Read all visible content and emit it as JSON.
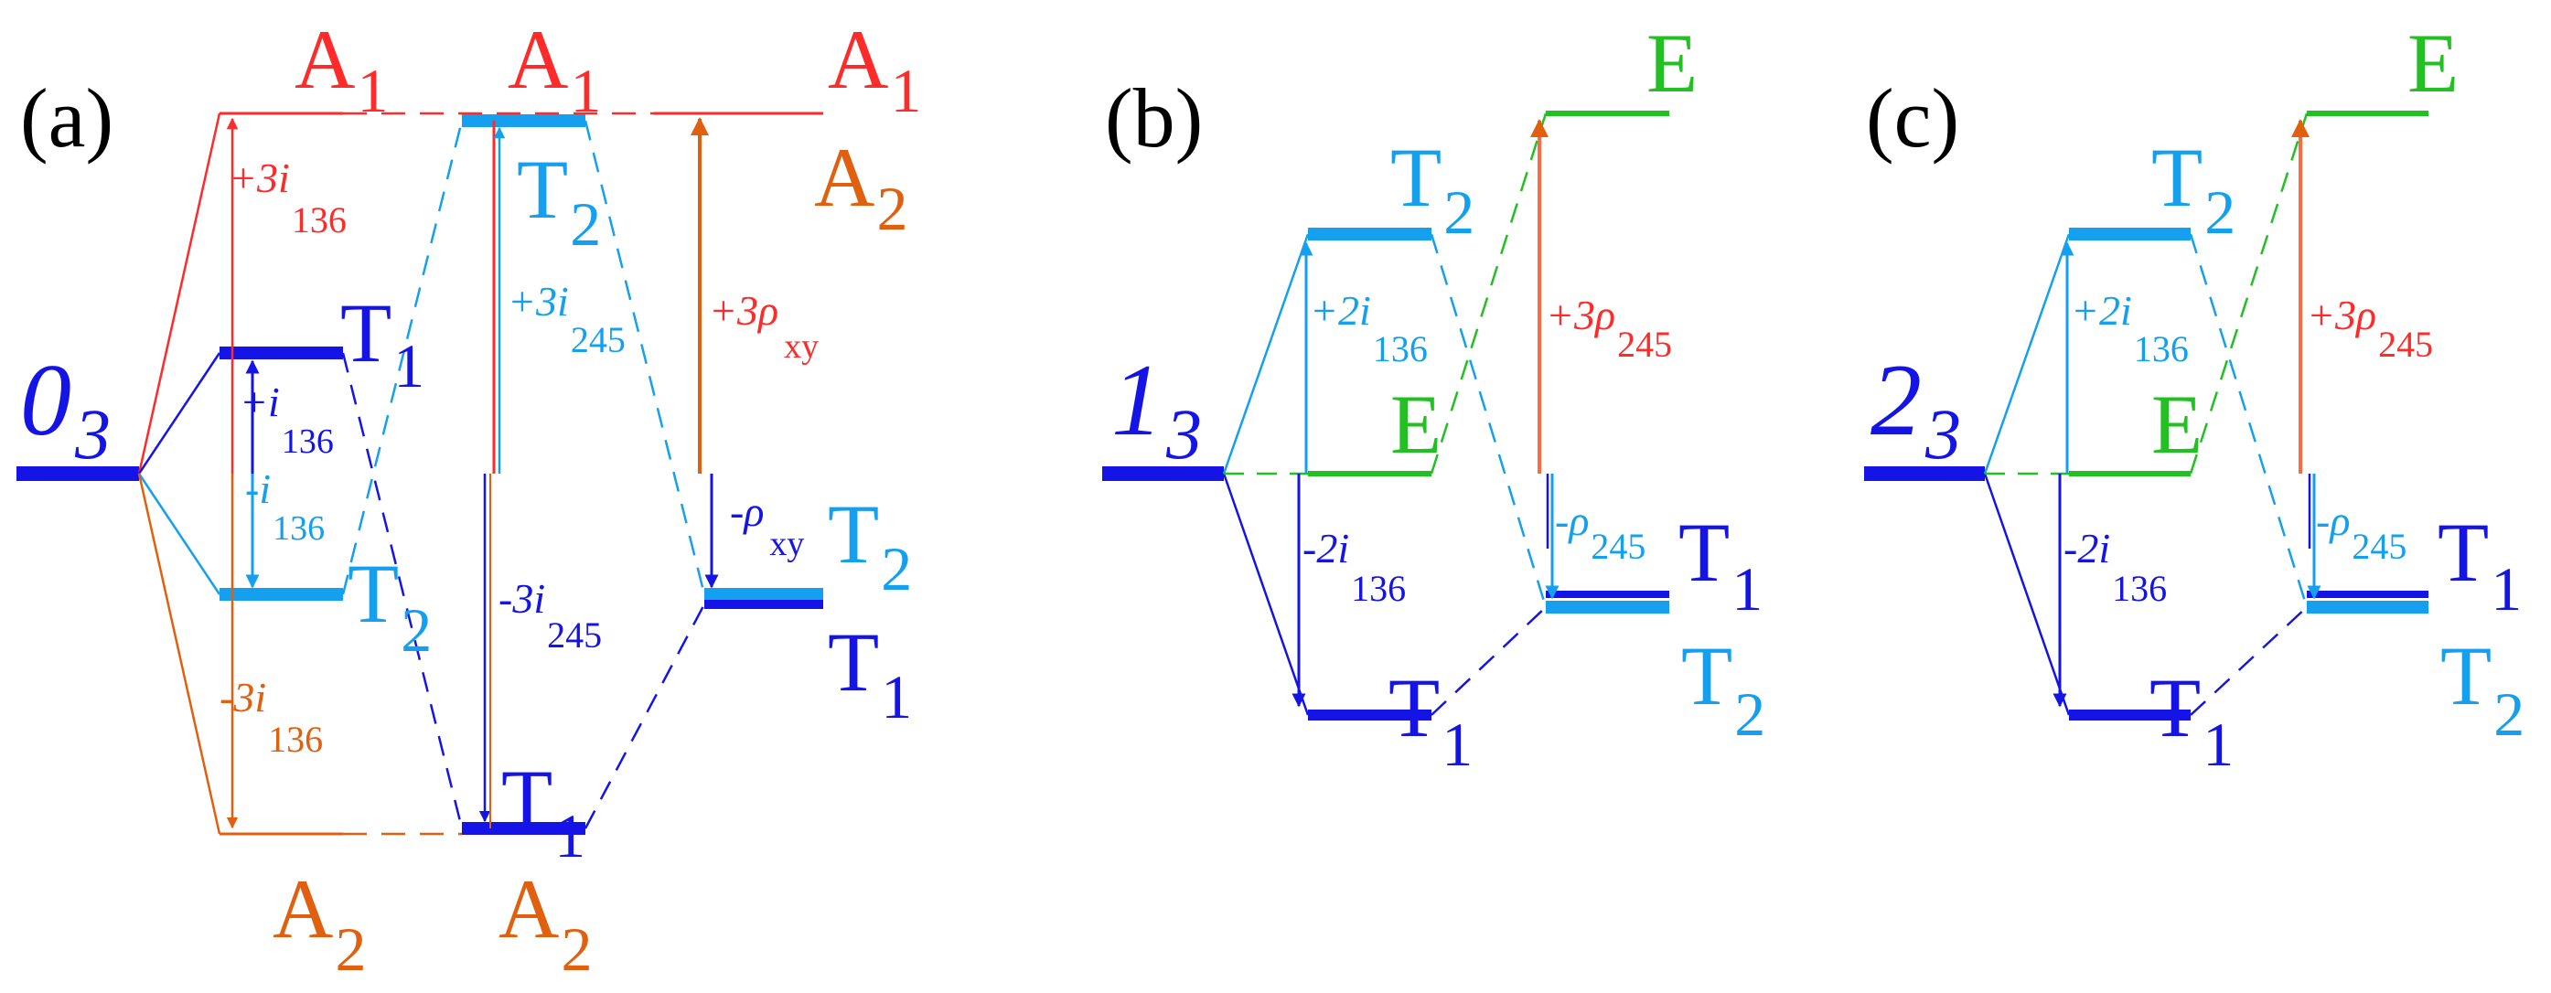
{
  "colors": {
    "red": "#ff2a2a",
    "orange": "#e06010",
    "blue": "#1414e6",
    "light_blue": "#14a0ee",
    "green": "#22c022",
    "black": "#000000"
  },
  "panels": [
    {
      "label": "(a)",
      "left_state": {
        "text": "0",
        "sub": "3"
      },
      "levels": {
        "A1_top_left": {
          "main": "A",
          "sub": "1"
        },
        "A1_top_mid": {
          "main": "A",
          "sub": "1"
        },
        "A1_top_right": {
          "main": "A",
          "sub": "1"
        },
        "A2_right": {
          "main": "A",
          "sub": "2"
        },
        "T1_left": {
          "main": "T",
          "sub": "1"
        },
        "T2_left": {
          "main": "T",
          "sub": "2"
        },
        "T2_mid": {
          "main": "T",
          "sub": "2"
        },
        "T1_mid": {
          "main": "T",
          "sub": "1"
        },
        "T2_right": {
          "main": "T",
          "sub": "2"
        },
        "T1_right": {
          "main": "T",
          "sub": "1"
        },
        "A2_bottom_left": {
          "main": "A",
          "sub": "2"
        },
        "A2_bottom_mid": {
          "main": "A",
          "sub": "2"
        }
      },
      "arrows": {
        "plus3i136": {
          "text": "+3i",
          "sub": "136"
        },
        "plusi136": {
          "text": "+i",
          "sub": "136"
        },
        "minusi136": {
          "text": "-i",
          "sub": "136"
        },
        "minus3i136": {
          "text": "-3i",
          "sub": "136"
        },
        "plus3i245": {
          "text": "+3i",
          "sub": "245"
        },
        "minus3i245": {
          "text": "-3i",
          "sub": "245"
        },
        "plus3rhoxy": {
          "text": "+3ρ",
          "sub": "xy"
        },
        "minusrhoxy": {
          "text": "-ρ",
          "sub": "xy"
        }
      }
    },
    {
      "label": "(b)",
      "left_state": {
        "text": "1",
        "sub": "3"
      },
      "levels": {
        "E_top": {
          "main": "E"
        },
        "T2_up": {
          "main": "T",
          "sub": "2"
        },
        "E_mid": {
          "main": "E"
        },
        "T1_low": {
          "main": "T",
          "sub": "1"
        },
        "T1_right": {
          "main": "T",
          "sub": "1"
        },
        "T2_right": {
          "main": "T",
          "sub": "2"
        }
      },
      "arrows": {
        "plus2i136": {
          "text": "+2i",
          "sub": "136"
        },
        "minus2i136": {
          "text": "-2i",
          "sub": "136"
        },
        "plus3rho245": {
          "text": "+3ρ",
          "sub": "245"
        },
        "minusrho245": {
          "text": "-ρ",
          "sub": "245"
        }
      }
    },
    {
      "label": "(c)",
      "left_state": {
        "text": "2",
        "sub": "3"
      },
      "levels": {
        "E_top": {
          "main": "E"
        },
        "T2_up": {
          "main": "T",
          "sub": "2"
        },
        "E_mid": {
          "main": "E"
        },
        "T1_low": {
          "main": "T",
          "sub": "1"
        },
        "T1_right": {
          "main": "T",
          "sub": "1"
        },
        "T2_right": {
          "main": "T",
          "sub": "2"
        }
      },
      "arrows": {
        "plus2i136": {
          "text": "+2i",
          "sub": "136"
        },
        "minus2i136": {
          "text": "-2i",
          "sub": "136"
        },
        "plus3rho245": {
          "text": "+3ρ",
          "sub": "245"
        },
        "minusrho245": {
          "text": "-ρ",
          "sub": "245"
        }
      }
    }
  ]
}
